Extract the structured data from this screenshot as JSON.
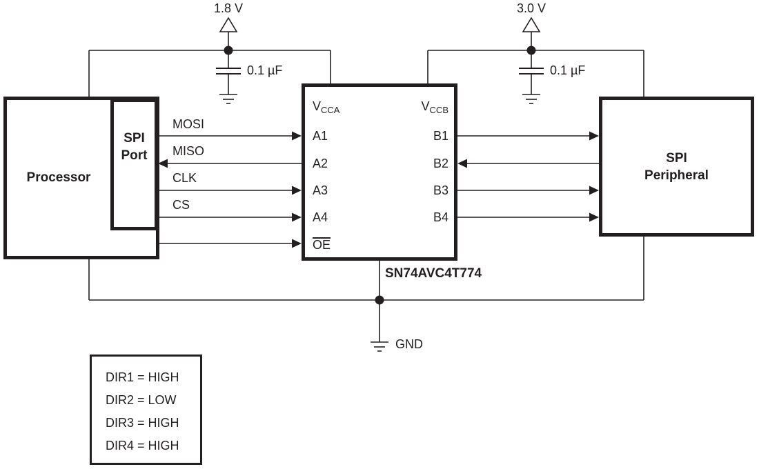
{
  "colors": {
    "ink": "#231f20",
    "background": "#ffffff"
  },
  "supplies": [
    {
      "name": "a-side-supply",
      "voltage": "1.8 V",
      "capacitor_value": "0.1 µF"
    },
    {
      "name": "b-side-supply",
      "voltage": "3.0 V",
      "capacitor_value": "0.1 µF"
    }
  ],
  "blocks": {
    "processor": {
      "label": "Processor"
    },
    "spi_port": {
      "line1": "SPI",
      "line2": "Port"
    },
    "peripheral": {
      "line1": "SPI",
      "line2": "Peripheral"
    }
  },
  "chip": {
    "part_number": "SN74AVC4T774",
    "left_pins": {
      "vcc_main": "V",
      "vcc_sub": "CCA",
      "pins": [
        "A1",
        "A2",
        "A3",
        "A4"
      ],
      "oe": "OE"
    },
    "right_pins": {
      "vcc_main": "V",
      "vcc_sub": "CCB",
      "pins": [
        "B1",
        "B2",
        "B3",
        "B4"
      ]
    }
  },
  "signals": [
    "MOSI",
    "MISO",
    "CLK",
    "CS"
  ],
  "ground_label": "GND",
  "legend": [
    "DIR1 = HIGH",
    "DIR2 = LOW",
    "DIR3 = HIGH",
    "DIR4 = HIGH"
  ]
}
